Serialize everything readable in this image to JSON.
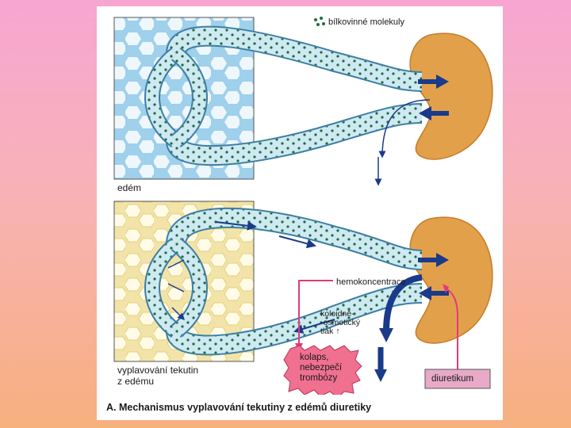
{
  "legend": {
    "label": "bílkovinné molekuly",
    "icon": "protein-dots-icon"
  },
  "top_panel": {
    "label": "edém"
  },
  "bottom_panel": {
    "label": "vyplavování tekutin\nz edému",
    "hemoconcentration": "hemokoncentrace",
    "colloid_pressure": "koloidně-\n-osmotický\ntlak ↑",
    "collapse": "kolaps,\nnebezpečí\ntrombózy",
    "diuretic": "diuretikum"
  },
  "caption": "A. Mechanismus vyplavování tekutiny z edémů diuretiky",
  "colors": {
    "vessel": "#cfe9f3",
    "dots": "#1f6b3a",
    "arrows": "#1a3a8a",
    "kidney": "#e3a04b",
    "tissue_top": "#9fd0ec",
    "tissue_bottom": "#f2e4a8",
    "collapse_box": "#f07090",
    "pink_arrow": "#e23a7a"
  }
}
